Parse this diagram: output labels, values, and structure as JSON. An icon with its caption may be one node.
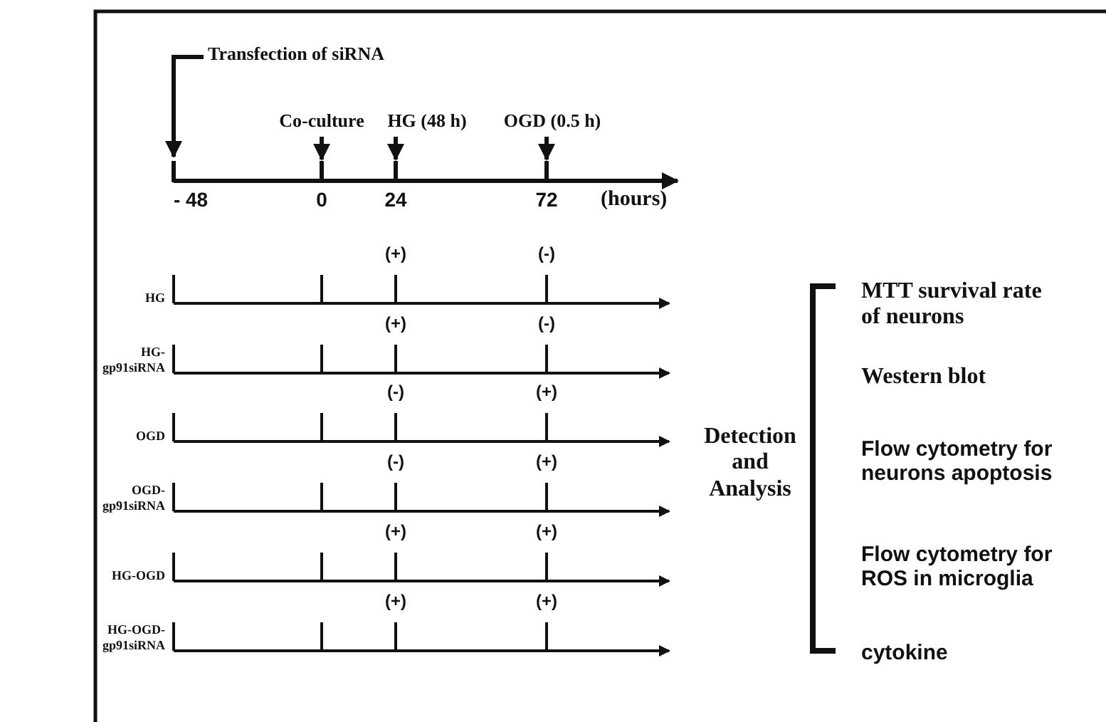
{
  "diagram": {
    "labels": [
      "Transfection of siRNA",
      "Co-culture",
      "HG (48 h)",
      "OGD (0.5 h)",
      "- 48",
      "0",
      "24",
      "72",
      "(hours)",
      "(+)",
      "(-)",
      "HG",
      "(+)",
      "(-)",
      "HG-gp91siRNA",
      "(-)",
      "(+)",
      "OGD",
      "(-)",
      "(+)",
      "OGD-gp91siRNA",
      "(+)",
      "(+)",
      "HG-OGD",
      "(+)",
      "(+)",
      "HG-OGD-gp91siRNA",
      "Detection and Analysis",
      "MTT survival rate of neurons",
      "Western blot",
      "Flow cytometry for neurons apoptosis",
      "Flow cytometry for ROS in microglia",
      "cytokine"
    ]
  }
}
